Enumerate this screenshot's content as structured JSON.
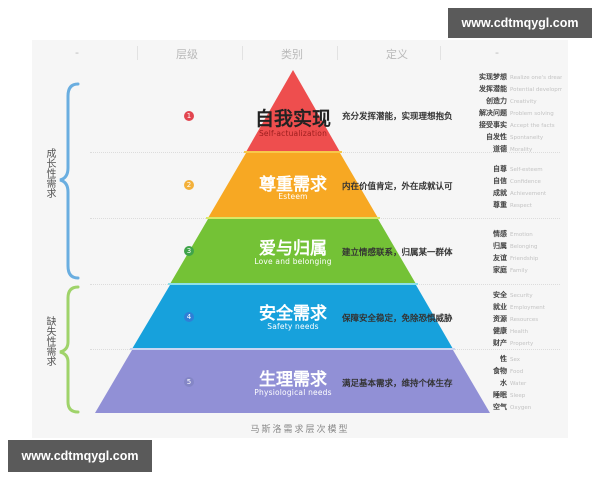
{
  "watermark_top": "www.cdtmqygl.com",
  "watermark_bottom": "www.cdtmqygl.com",
  "header": {
    "col0": "-",
    "col1": "层级",
    "col2": "类别",
    "col3": "定义",
    "col4": "-"
  },
  "groups": {
    "growth": {
      "label": "成长性需求",
      "color": "#6aaee0"
    },
    "deficiency": {
      "label": "缺失性需求",
      "color": "#9fd36a"
    }
  },
  "levels": [
    {
      "number": "1",
      "title": "自我实现",
      "subtitle": "Self-actualization",
      "definition": "充分发挥潜能，实现理想抱负",
      "color": "#ee4e4e",
      "badge_color": "#e2454f",
      "keywords": [
        {
          "zh": "实现梦想",
          "en": "Realize one's dream"
        },
        {
          "zh": "发挥潜能",
          "en": "Potential development"
        },
        {
          "zh": "创造力",
          "en": "Creativity"
        },
        {
          "zh": "解决问题",
          "en": "Problem solving"
        },
        {
          "zh": "接受事实",
          "en": "Accept the facts"
        },
        {
          "zh": "自发性",
          "en": "Spontaneity"
        },
        {
          "zh": "道德",
          "en": "Morality"
        }
      ]
    },
    {
      "number": "2",
      "title": "尊重需求",
      "subtitle": "Esteem",
      "definition": "内在价值肯定，外在成就认可",
      "color": "#f7a823",
      "badge_color": "#f3b03a",
      "keywords": [
        {
          "zh": "自尊",
          "en": "Self-esteem"
        },
        {
          "zh": "自信",
          "en": "Confidence"
        },
        {
          "zh": "成就",
          "en": "Achievement"
        },
        {
          "zh": "尊重",
          "en": "Respect"
        }
      ]
    },
    {
      "number": "3",
      "title": "爱与归属",
      "subtitle": "Love and belonging",
      "definition": "建立情感联系，归属某一群体",
      "color": "#74c236",
      "badge_color": "#3fa44a",
      "keywords": [
        {
          "zh": "情感",
          "en": "Emotion"
        },
        {
          "zh": "归属",
          "en": "Belonging"
        },
        {
          "zh": "友谊",
          "en": "Friendship"
        },
        {
          "zh": "家庭",
          "en": "Family"
        }
      ]
    },
    {
      "number": "4",
      "title": "安全需求",
      "subtitle": "Safety needs",
      "definition": "保障安全稳定，免除恐惧威胁",
      "color": "#17a1dc",
      "badge_color": "#2e7fd6",
      "keywords": [
        {
          "zh": "安全",
          "en": "Security"
        },
        {
          "zh": "就业",
          "en": "Employment"
        },
        {
          "zh": "资源",
          "en": "Resources"
        },
        {
          "zh": "健康",
          "en": "Health"
        },
        {
          "zh": "财产",
          "en": "Property"
        }
      ]
    },
    {
      "number": "5",
      "title": "生理需求",
      "subtitle": "Physiological needs",
      "definition": "满足基本需求，维持个体生存",
      "color": "#9190d6",
      "badge_color": "#8486c6",
      "keywords": [
        {
          "zh": "性",
          "en": "Sex"
        },
        {
          "zh": "食物",
          "en": "Food"
        },
        {
          "zh": "水",
          "en": "Water"
        },
        {
          "zh": "睡眠",
          "en": "Sleep"
        },
        {
          "zh": "空气",
          "en": "Oxygen"
        }
      ]
    }
  ],
  "caption": "马斯洛需求层次模型"
}
